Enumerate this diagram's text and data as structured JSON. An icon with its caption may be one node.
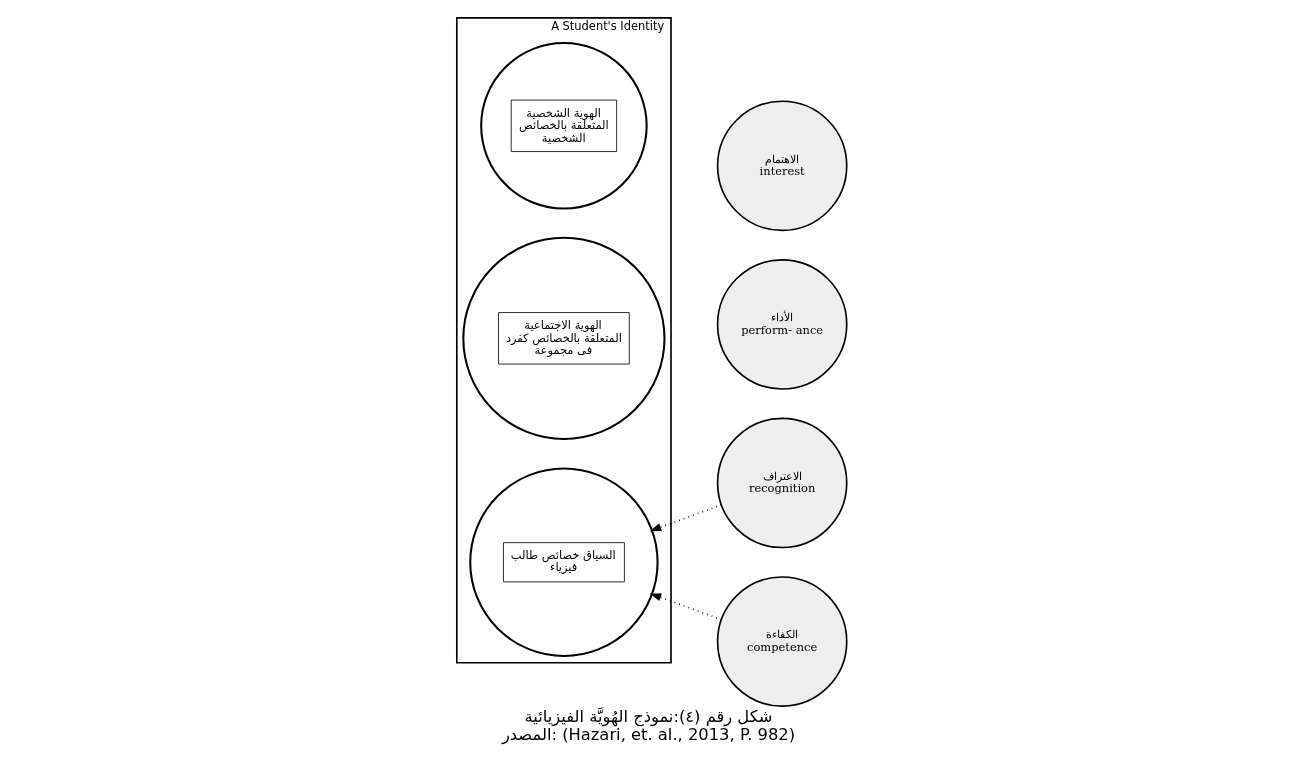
{
  "diagram": {
    "title": "شكل رقم (٤):نموذج الهُويَّة الفيزيائية",
    "caption": "المصدر: (Hazari, et. al., 2013, P. 982)",
    "nodes": [
      {
        "text": [
          "A Student's Identity"
        ]
      },
      {
        "text": [
          "الهوية الشخصية المتعلقة بالخصائص الشخصية"
        ],
        "in": 0
      },
      {
        "text": [
          "الهوية الاجتماعية المتعلقة بالخصائص كفرد فى مجموعة"
        ],
        "in": 0
      },
      {
        "text": [
          "السياق خصائص طالب فيزياء"
        ],
        "in": 0
      },
      {
        "text": [
          "الاعتراف",
          "recognition"
        ]
      },
      {
        "text": [
          "الأداء",
          "perform- ance"
        ]
      },
      {
        "text": [
          "الاهتمام",
          "interest"
        ]
      },
      {
        "text": [
          "الكفاءة",
          "competence"
        ]
      }
    ],
    "edges": [
      {
        "from": 4,
        "to": 3,
        "arrow": "to",
        "style": "dashed"
      },
      {
        "from": 7,
        "to": 3,
        "arrow": "to",
        "style": "dashed"
      }
    ]
  }
}
